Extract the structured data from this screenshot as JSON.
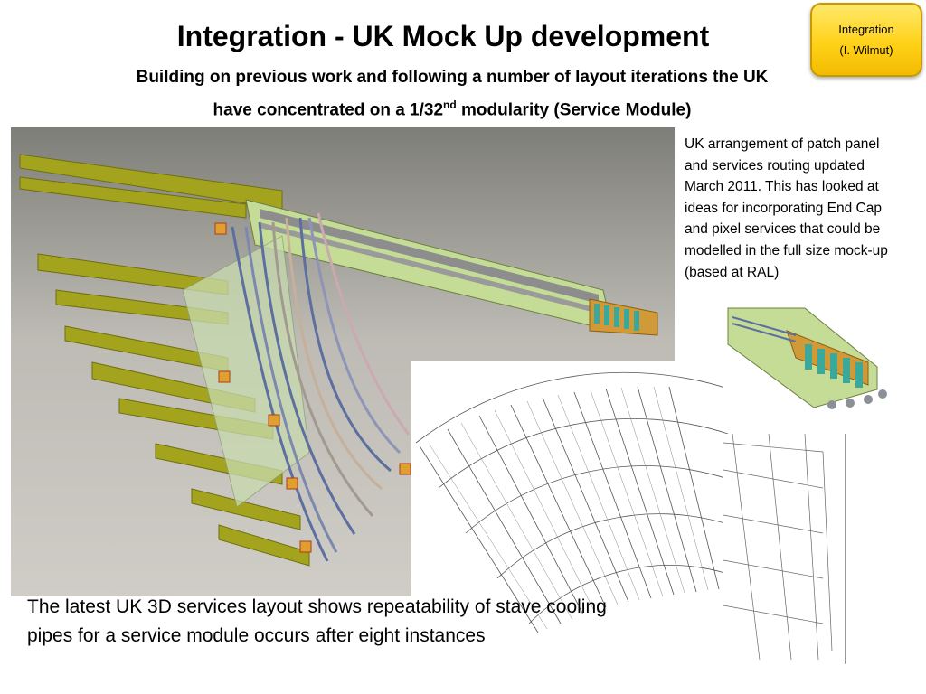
{
  "slide": {
    "title": "Integration - UK Mock Up development",
    "subtitle_line1": "Building on previous work and following a number of layout iterations the UK",
    "subtitle_line2_pre": "have concentrated on a 1/32",
    "subtitle_line2_sup": "nd",
    "subtitle_line2_post": " modularity (Service Module)",
    "badge": {
      "line1": "Integration",
      "line2": "(I. Wilmut)"
    },
    "side_note": "UK arrangement of patch panel and services routing updated March 2011. This has looked at ideas for incorporating End Cap and pixel services that could be modelled in the full size mock-up (based at RAL)",
    "caption": "The latest UK 3D services layout shows repeatability of stave cooling pipes for a service module occurs after eight instances"
  },
  "images": {
    "main_render": "3d-services-layout-render",
    "inset_render": "patch-panel-render",
    "drawing": "service-module-layout-drawing"
  },
  "colors": {
    "badge_fill": "#ffd21a",
    "stave_olive": "#a3a31e",
    "module_green": "#b9d68a",
    "pipe_blue": "#5c6f9e",
    "connector_orange": "#e0a030"
  }
}
